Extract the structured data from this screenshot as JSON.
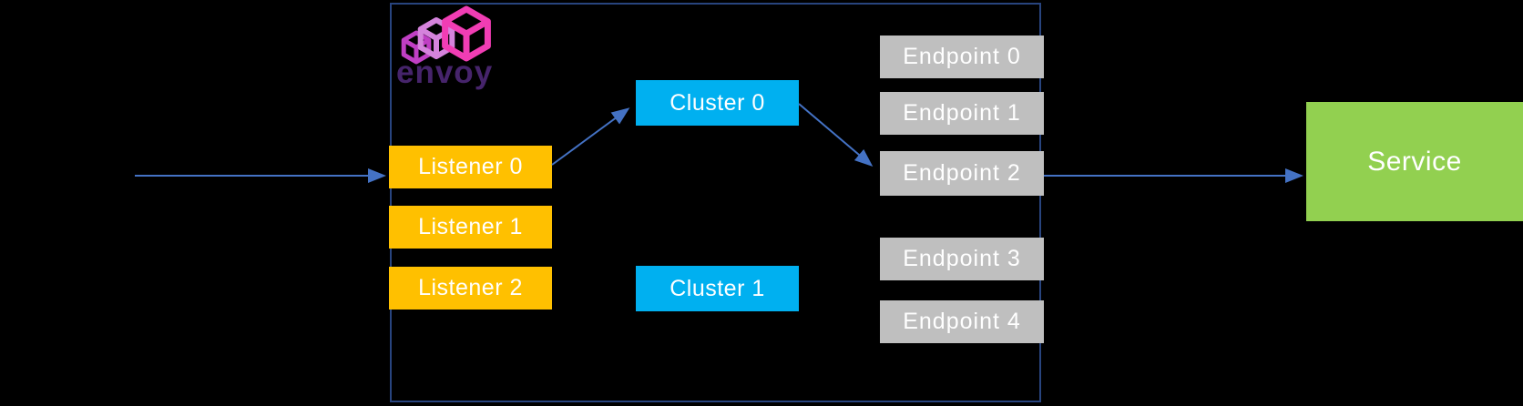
{
  "logo": {
    "wordmark": "envoy"
  },
  "nodes": {
    "listeners": [
      {
        "id": "listener-0",
        "label": "Listener 0"
      },
      {
        "id": "listener-1",
        "label": "Listener 1"
      },
      {
        "id": "listener-2",
        "label": "Listener 2"
      }
    ],
    "clusters": [
      {
        "id": "cluster-0",
        "label": "Cluster 0"
      },
      {
        "id": "cluster-1",
        "label": "Cluster 1"
      }
    ],
    "endpoints": [
      {
        "id": "endpoint-0",
        "label": "Endpoint 0"
      },
      {
        "id": "endpoint-1",
        "label": "Endpoint 1"
      },
      {
        "id": "endpoint-2",
        "label": "Endpoint 2"
      },
      {
        "id": "endpoint-3",
        "label": "Endpoint 3"
      },
      {
        "id": "endpoint-4",
        "label": "Endpoint 4"
      }
    ],
    "service": {
      "id": "service",
      "label": "Service"
    }
  },
  "edges": [
    {
      "from": "ingress-traffic",
      "to": "listener-0"
    },
    {
      "from": "listener-0",
      "to": "cluster-0"
    },
    {
      "from": "cluster-0",
      "to": "endpoint-2"
    },
    {
      "from": "endpoint-2",
      "to": "service"
    }
  ],
  "colors": {
    "background": "#000000",
    "proxy_border": "#28447E",
    "listener_fill": "#FFC000",
    "cluster_fill": "#00B0F0",
    "endpoint_fill": "#BFBFBF",
    "service_fill": "#92D050",
    "arrow": "#4472C4",
    "node_text": "#FFFFFF",
    "envoy_pink": "#F13DB4",
    "envoy_orchid": "#D583DC",
    "envoy_magenta": "#C03FC4",
    "envoy_wordmark": "#46246B"
  }
}
